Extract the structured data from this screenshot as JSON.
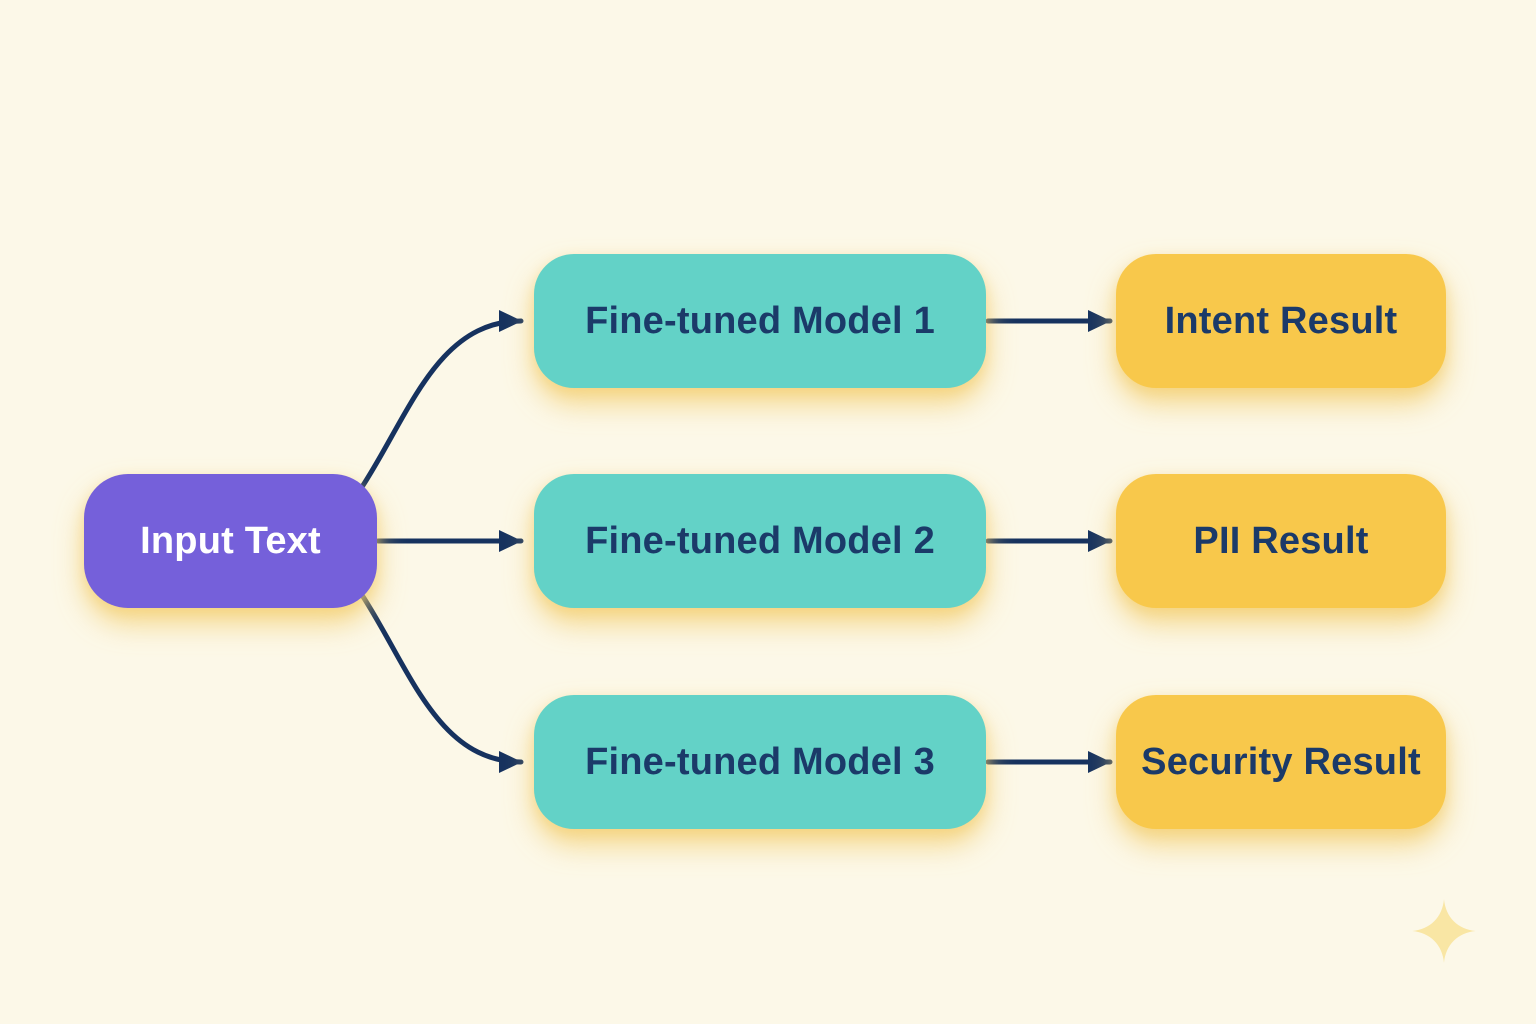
{
  "colors": {
    "background": "#FCF8E8",
    "input_fill": "#7560DA",
    "input_text": "#FFFFFF",
    "model_fill": "#63D2C7",
    "result_fill": "#F8C84B",
    "node_text": "#1B3A69",
    "arrow": "#16325F",
    "glow": "#F3CE6E",
    "sparkle": "#F9E6A4"
  },
  "nodes": {
    "input": {
      "label": "Input Text"
    },
    "models": [
      {
        "label": "Fine-tuned Model 1"
      },
      {
        "label": "Fine-tuned Model 2"
      },
      {
        "label": "Fine-tuned Model 3"
      }
    ],
    "results": [
      {
        "label": "Intent Result"
      },
      {
        "label": "PII Result"
      },
      {
        "label": "Security Result"
      }
    ]
  },
  "icons": {
    "sparkle": "sparkle-icon"
  }
}
